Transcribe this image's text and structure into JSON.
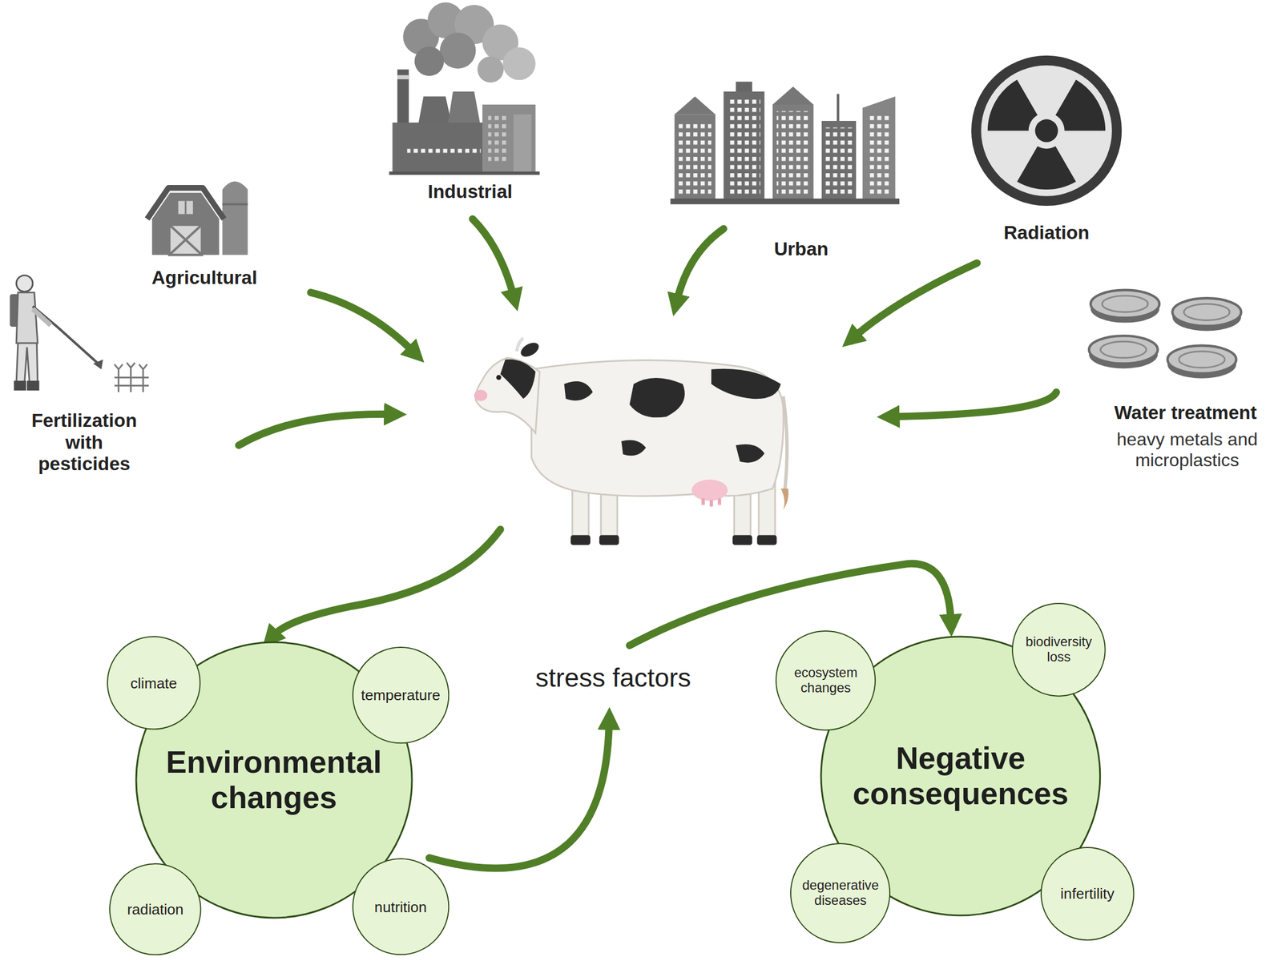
{
  "diagram": {
    "nodes": [
      {
        "text": [
          "Environmental changes"
        ]
      },
      {
        "text": [
          "climate"
        ]
      },
      {
        "text": [
          "temperature"
        ]
      },
      {
        "text": [
          "radiation"
        ]
      },
      {
        "text": [
          "nutrition"
        ]
      },
      {
        "text": [
          "Negative consequences"
        ]
      },
      {
        "text": [
          "ecosystem changes"
        ]
      },
      {
        "text": [
          "biodiversity loss"
        ]
      },
      {
        "text": [
          "degenerative diseases"
        ]
      },
      {
        "text": [
          "infertility"
        ]
      }
    ],
    "labels": [
      "Industrial",
      "Agricultural",
      "Urban",
      "Radiation",
      "Fertilization with pesticides",
      "Water treatment",
      "heavy metals and microplastics",
      "stress factors"
    ]
  }
}
